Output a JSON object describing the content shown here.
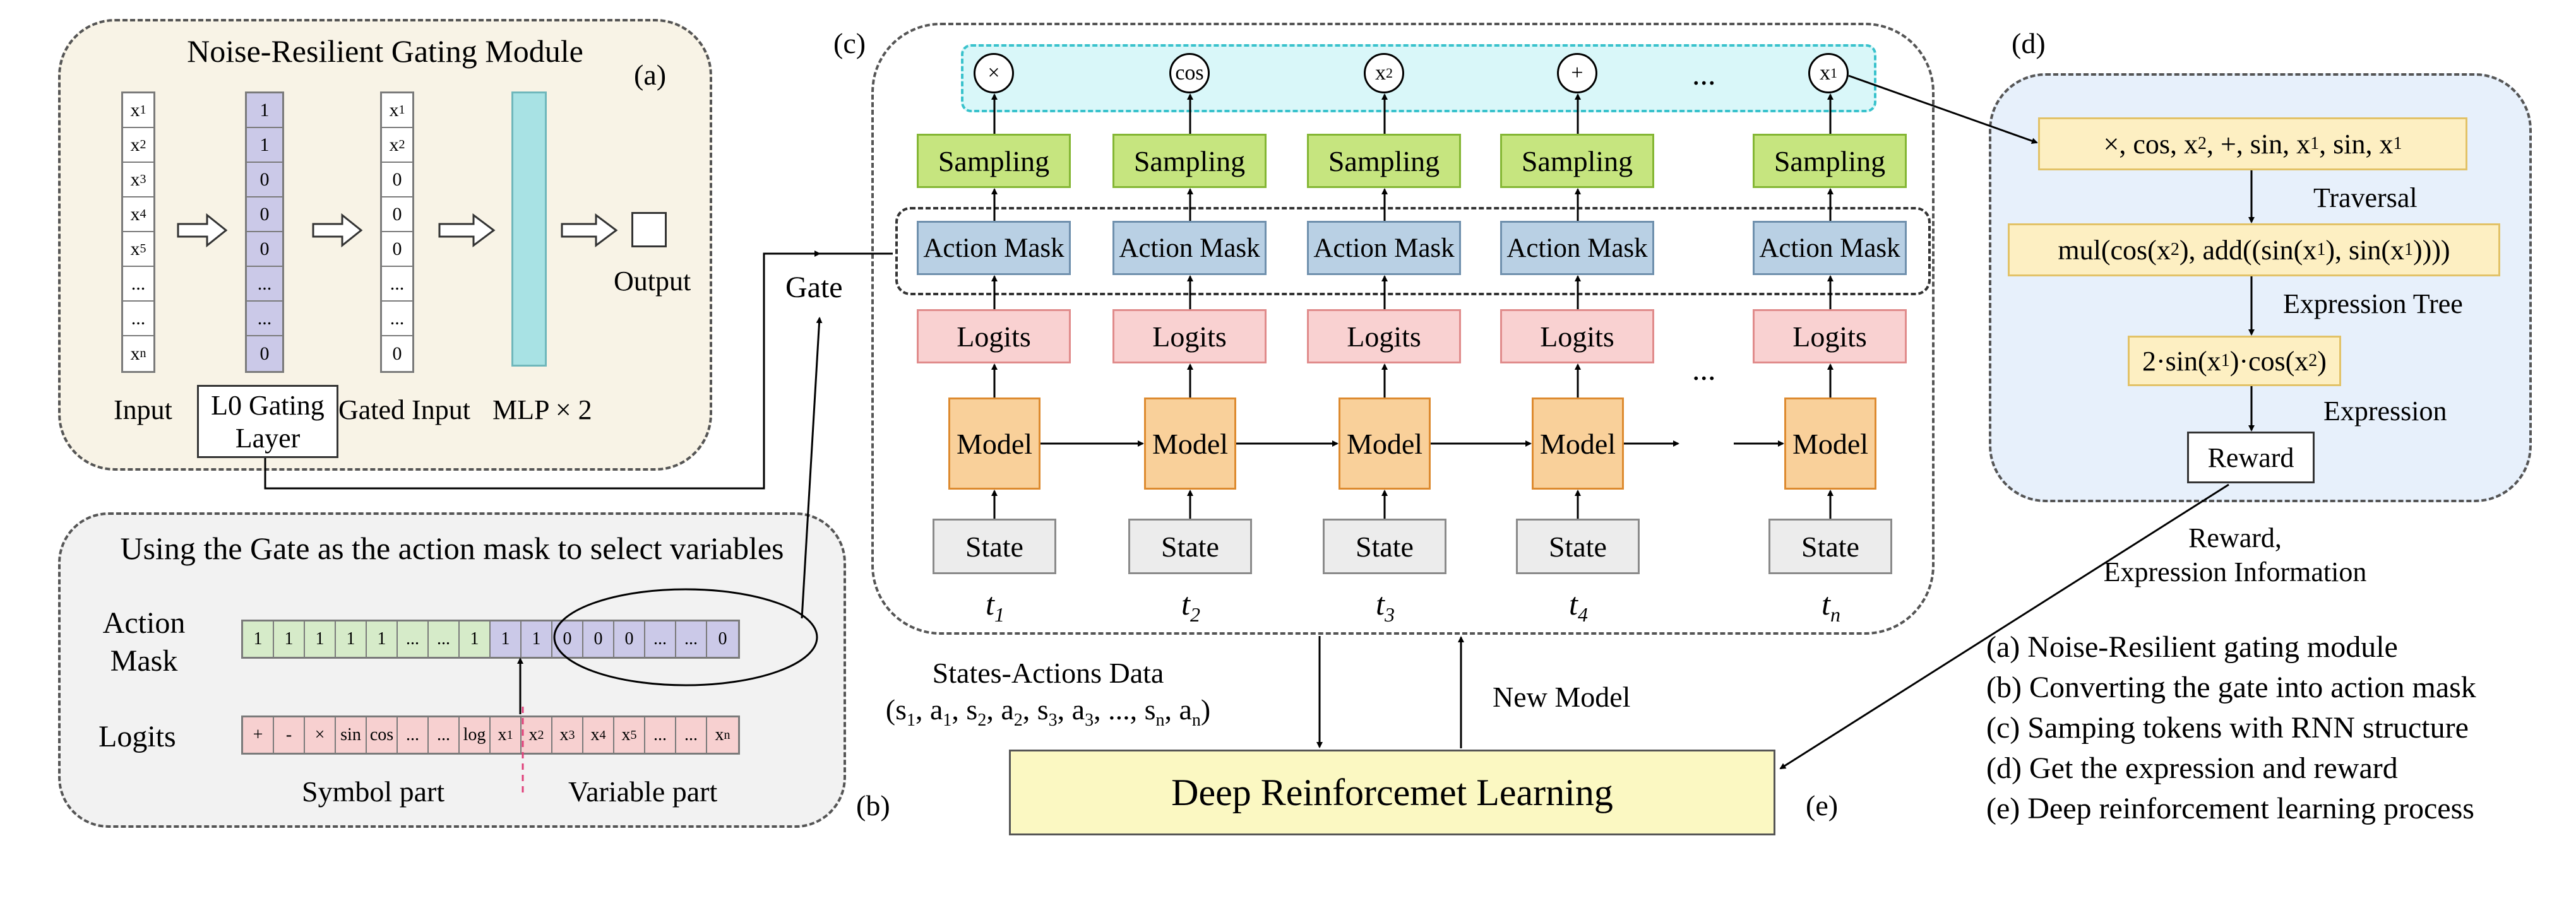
{
  "panel_a": {
    "title": "Noise-Resilient Gating Module",
    "tag": "(a)",
    "input_cells": [
      "x1",
      "x2",
      "x3",
      "x4",
      "x5",
      "...",
      "...",
      "xn"
    ],
    "gate_cells": [
      "1",
      "1",
      "0",
      "0",
      "0",
      "...",
      "...",
      "0"
    ],
    "gated_cells": [
      "x1",
      "x2",
      "0",
      "0",
      "0",
      "...",
      "...",
      "0"
    ],
    "input_label": "Input",
    "gate_label": "L0 Gating Layer",
    "gated_label": "Gated Input",
    "mlp_label": "MLP × 2",
    "output_label": "Output"
  },
  "panel_b": {
    "title": "Using the Gate as the action mask to select variables",
    "tag": "(b)",
    "action_mask_label": "Action Mask",
    "logits_label": "Logits",
    "mask_cells": [
      "1",
      "1",
      "1",
      "1",
      "1",
      "...",
      "...",
      "1",
      "1",
      "1",
      "0",
      "0",
      "0",
      "...",
      "...",
      "0"
    ],
    "logit_cells": [
      "+",
      "-",
      "×",
      "sin",
      "cos",
      "...",
      "...",
      "log",
      "x1",
      "x2",
      "x3",
      "x4",
      "x5",
      "...",
      "...",
      "xn"
    ],
    "symbol_part": "Symbol part",
    "variable_part": "Variable part"
  },
  "gate_label": "Gate",
  "panel_c": {
    "tag": "(c)",
    "tokens": [
      "×",
      "cos",
      "x2",
      "+",
      "...",
      "x1"
    ],
    "sampling": "Sampling",
    "action_mask": "Action Mask",
    "logits": "Logits",
    "model": "Model",
    "state": "State",
    "ellipsis": "...",
    "times": [
      "t1",
      "t2",
      "t3",
      "t4",
      "tn"
    ]
  },
  "panel_d": {
    "tag": "(d)",
    "sequence": "×, cos, x2, +, sin, x1, sin, x1",
    "traversal": "Traversal",
    "tree": "mul(cos(x2), add((sin(x1), sin(x1))))",
    "tree_label": "Expression Tree",
    "expression": "2·sin(x1)·cos(x2)",
    "expression_label": "Expression",
    "reward": "Reward"
  },
  "reward_info": [
    "Reward,",
    "Expression Information"
  ],
  "states_actions": [
    "States-Actions Data",
    "(s1, a1, s2, a2, s3, a3, ..., sn, an)"
  ],
  "new_model": "New Model",
  "drl": "Deep Reinforcemet Learning",
  "drl_tag": "(e)",
  "legend": [
    "(a) Noise-Resilient gating module",
    "(b) Converting the gate into action mask",
    "(c) Samping tokens with RNN structure",
    "(d) Get the expression and reward",
    "(e) Deep reinforcement learning process"
  ],
  "colors": {
    "sampling": "#c6e57f",
    "action_mask": "#b9d0e4",
    "logits": "#f9d1d1",
    "model": "#f9d09a",
    "state": "#ececec",
    "token_bar": "#d9f7f9",
    "panel_a_bg": "#f8f3e6",
    "panel_d_bg": "#e7f0fb",
    "drl_bg": "#fbf8c2"
  }
}
